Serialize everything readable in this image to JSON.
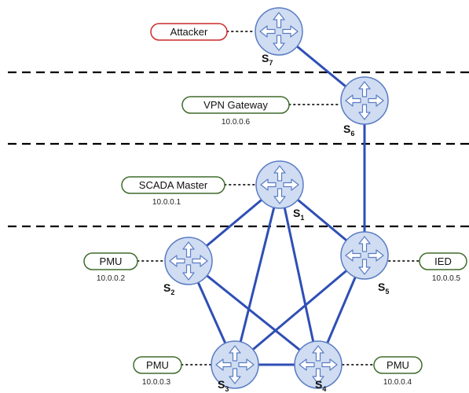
{
  "colors": {
    "link": "#2f4fb5",
    "node_fill": "#cfdcf2",
    "node_stroke": "#5a7cc4",
    "arrow_fill": "#ffffff",
    "device_border": "#3f6b2a",
    "attacker_border": "#cc2a2a",
    "zone_divider": "#000000"
  },
  "switches": [
    {
      "id": "s7",
      "prefix": "S",
      "sub": "7"
    },
    {
      "id": "s6",
      "prefix": "S",
      "sub": "6"
    },
    {
      "id": "s1",
      "prefix": "S",
      "sub": "1"
    },
    {
      "id": "s2",
      "prefix": "S",
      "sub": "2"
    },
    {
      "id": "s5",
      "prefix": "S",
      "sub": "5"
    },
    {
      "id": "s3",
      "prefix": "S",
      "sub": "3"
    },
    {
      "id": "s4",
      "prefix": "S",
      "sub": "4"
    }
  ],
  "devices": {
    "attacker": {
      "name": "Attacker",
      "icon": "attacker-node"
    },
    "vpn_gateway": {
      "name": "VPN Gateway",
      "ip": "10.0.0.6"
    },
    "scada_master": {
      "name": "SCADA Master",
      "ip": "10.0.0.1"
    },
    "pmu_s2": {
      "name": "PMU",
      "ip": "10.0.0.2"
    },
    "ied": {
      "name": "IED",
      "ip": "10.0.0.5"
    },
    "pmu_s3": {
      "name": "PMU",
      "ip": "10.0.0.3"
    },
    "pmu_s4": {
      "name": "PMU",
      "ip": "10.0.0.4"
    }
  },
  "links": [
    [
      "s7",
      "s6"
    ],
    [
      "s6",
      "s5"
    ],
    [
      "s1",
      "s2"
    ],
    [
      "s1",
      "s5"
    ],
    [
      "s1",
      "s3"
    ],
    [
      "s1",
      "s4"
    ],
    [
      "s2",
      "s3"
    ],
    [
      "s2",
      "s4"
    ],
    [
      "s5",
      "s3"
    ],
    [
      "s5",
      "s4"
    ],
    [
      "s3",
      "s4"
    ]
  ],
  "icons": {
    "switch": "router-arrows-icon"
  }
}
